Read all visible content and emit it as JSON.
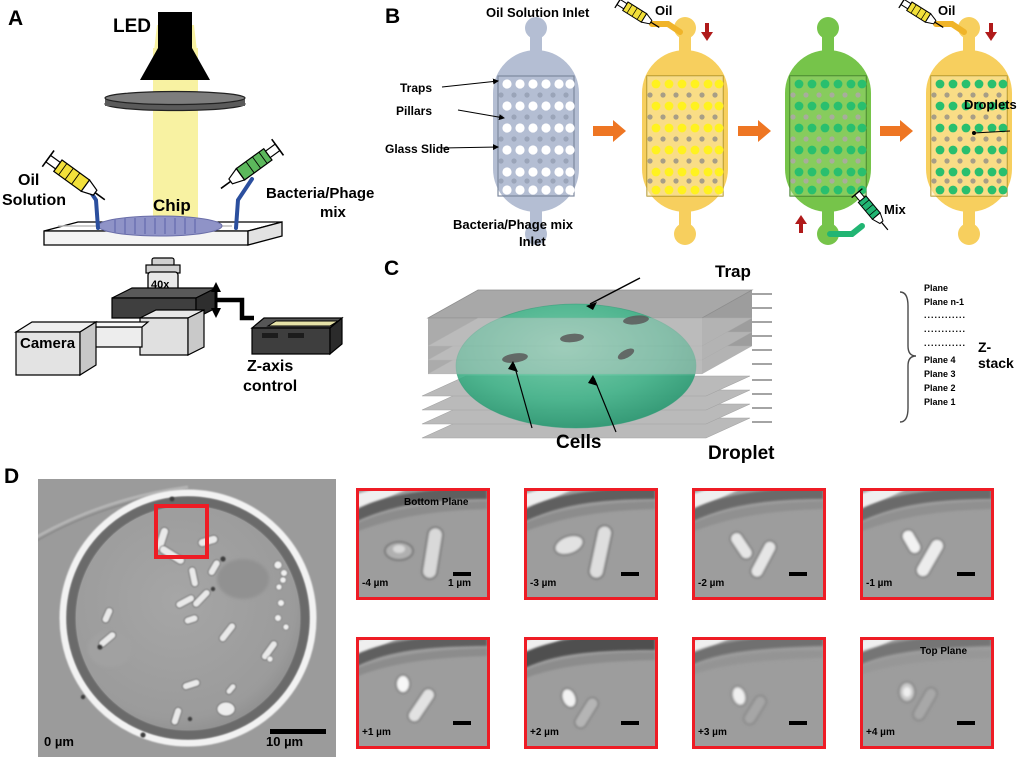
{
  "figure": {
    "panels": [
      "A",
      "B",
      "C",
      "D"
    ]
  },
  "panelA": {
    "letter": "A",
    "led_label": "LED",
    "chip_label": "Chip",
    "oil_label_line1": "Oil",
    "oil_label_line2": "Solution",
    "bacteria_label_line1": "Bacteria/Phage",
    "bacteria_label_line2": "mix",
    "objective_label": "40x",
    "camera_label": "Camera",
    "zaxis_label_line1": "Z-axis",
    "zaxis_label_line2": "control",
    "colors": {
      "beam": "#f7f2a0",
      "led_body": "#000000",
      "oil_syringe": "#f2e03a",
      "bacteria_syringe": "#5cb85c",
      "tubing": "#2b4f9e",
      "chip_spot": "#8f93c7",
      "stage_dark": "#4d4d4d",
      "body_grey": "#d8d8d8"
    }
  },
  "panelB": {
    "letter": "B",
    "oil_inlet_label": "Oil Solution Inlet",
    "bacteria_inlet_label_line1": "Bacteria/Phage mix",
    "bacteria_inlet_label_line2": "Inlet",
    "traps_label": "Traps",
    "pillars_label": "Pillars",
    "glass_slide_label": "Glass Slide",
    "oil_label_1": "Oil",
    "oil_label_2": "Oil",
    "mix_label": "Mix",
    "droplets_label": "Droplets",
    "steps": [
      {
        "id": "step-1",
        "chip_fill": "#b4bed3",
        "chip_stroke": "#9aa6bf",
        "trap_fill": "#ffffff",
        "pillar_fill": "#9aa4b8"
      },
      {
        "id": "step-2",
        "chip_fill": "#f7cf5e",
        "chip_stroke": "#e8bd42",
        "trap_fill": "#fff21f",
        "pillar_fill": "#a79e86"
      },
      {
        "id": "step-3",
        "chip_fill": "#76c44a",
        "chip_stroke": "#64ad3c",
        "trap_fill": "#29bf6e",
        "pillar_fill": "#a8ad9c"
      },
      {
        "id": "step-4",
        "chip_fill": "#f7cf5e",
        "chip_stroke": "#e8bd42",
        "trap_fill": "#29bf6e",
        "pillar_fill": "#a79e86"
      }
    ],
    "colors": {
      "arrow": "#ee7623",
      "red_arrow": "#b01a1a",
      "oil_syringe": "#f2e03a",
      "mix_syringe": "#21b573",
      "oil_tube": "#f0b429",
      "mix_tube": "#21b573"
    }
  },
  "panelC": {
    "letter": "C",
    "trap_label": "Trap",
    "cells_label": "Cells",
    "droplet_label": "Droplet",
    "zstack_label": "Z-stack",
    "plane_labels": [
      "Plane",
      "Plane n-1",
      "............",
      "............",
      "............",
      "Plane 4",
      "Plane 3",
      "Plane 2",
      "Plane 1"
    ],
    "colors": {
      "droplet": "#35a97a",
      "plane": "#b9b9b9",
      "block": "#9c9c9c"
    }
  },
  "panelD": {
    "letter": "D",
    "overview": {
      "depth_label": "0 µm",
      "scale_label": "10 µm"
    },
    "tiles": [
      {
        "id": "tile-m4",
        "depth": "-4 µm",
        "corner": "Bottom Plane",
        "scale": "1 µm"
      },
      {
        "id": "tile-m3",
        "depth": "-3 µm",
        "corner": "",
        "scale": ""
      },
      {
        "id": "tile-m2",
        "depth": "-2 µm",
        "corner": "",
        "scale": ""
      },
      {
        "id": "tile-m1",
        "depth": "-1 µm",
        "corner": "",
        "scale": ""
      },
      {
        "id": "tile-p1",
        "depth": "+1 µm",
        "corner": "",
        "scale": ""
      },
      {
        "id": "tile-p2",
        "depth": "+2 µm",
        "corner": "",
        "scale": ""
      },
      {
        "id": "tile-p3",
        "depth": "+3 µm",
        "corner": "",
        "scale": ""
      },
      {
        "id": "tile-p4",
        "depth": "+4 µm",
        "corner": "Top Plane",
        "scale": ""
      }
    ],
    "colors": {
      "border": "#ee1c25",
      "roi_box": "#ee1c25",
      "micrograph_bg": "#9a9a9a"
    }
  }
}
